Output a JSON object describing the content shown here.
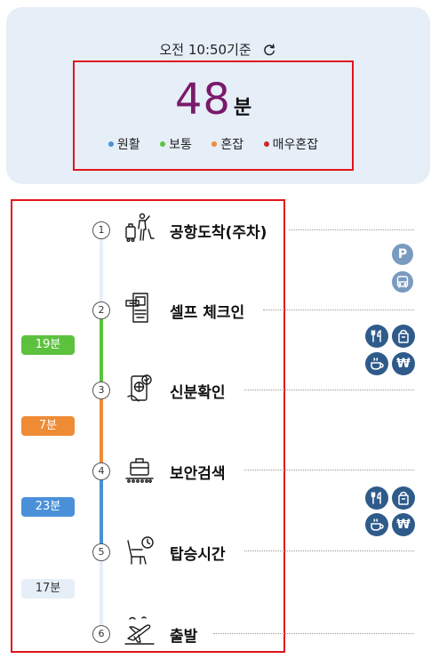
{
  "summary": {
    "time_label": "오전 10:50기준",
    "total_minutes": "48",
    "unit": "분",
    "legend": [
      {
        "label": "원활",
        "color": "#4a90d9"
      },
      {
        "label": "보통",
        "color": "#5cc23e"
      },
      {
        "label": "혼잡",
        "color": "#ef8b35"
      },
      {
        "label": "매우혼잡",
        "color": "#c62a2a"
      }
    ]
  },
  "steps": [
    {
      "number": "1",
      "label": "공항도착(주차)",
      "icon": "traveler-luggage-icon"
    },
    {
      "number": "2",
      "label": "셀프 체크인",
      "icon": "self-checkin-kiosk-icon"
    },
    {
      "number": "3",
      "label": "신분확인",
      "icon": "identity-check-icon"
    },
    {
      "number": "4",
      "label": "보안검색",
      "icon": "baggage-scanner-icon"
    },
    {
      "number": "5",
      "label": "탑승시간",
      "icon": "seat-clock-icon"
    },
    {
      "number": "6",
      "label": "출발",
      "icon": "airplane-departure-icon"
    }
  ],
  "durations": [
    {
      "label": "19분",
      "bg": "#5cc23e",
      "fg": "#ffffff"
    },
    {
      "label": "7분",
      "bg": "#ef8b35",
      "fg": "#ffffff"
    },
    {
      "label": "23분",
      "bg": "#4a90d9",
      "fg": "#ffffff"
    },
    {
      "label": "17분",
      "bg": "#e6eef8",
      "fg": "#333333"
    }
  ],
  "facilities": {
    "group1": [
      {
        "icon": "parking-icon",
        "text": "P"
      },
      {
        "icon": "bus-icon"
      }
    ],
    "group2": [
      {
        "icon": "restaurant-icon"
      },
      {
        "icon": "convenience-store-icon"
      },
      {
        "icon": "cafe-icon"
      },
      {
        "icon": "currency-exchange-icon",
        "text": "₩"
      }
    ],
    "group3": [
      {
        "icon": "restaurant-icon"
      },
      {
        "icon": "convenience-store-icon"
      },
      {
        "icon": "cafe-icon"
      },
      {
        "icon": "currency-exchange-icon",
        "text": "₩"
      }
    ]
  }
}
